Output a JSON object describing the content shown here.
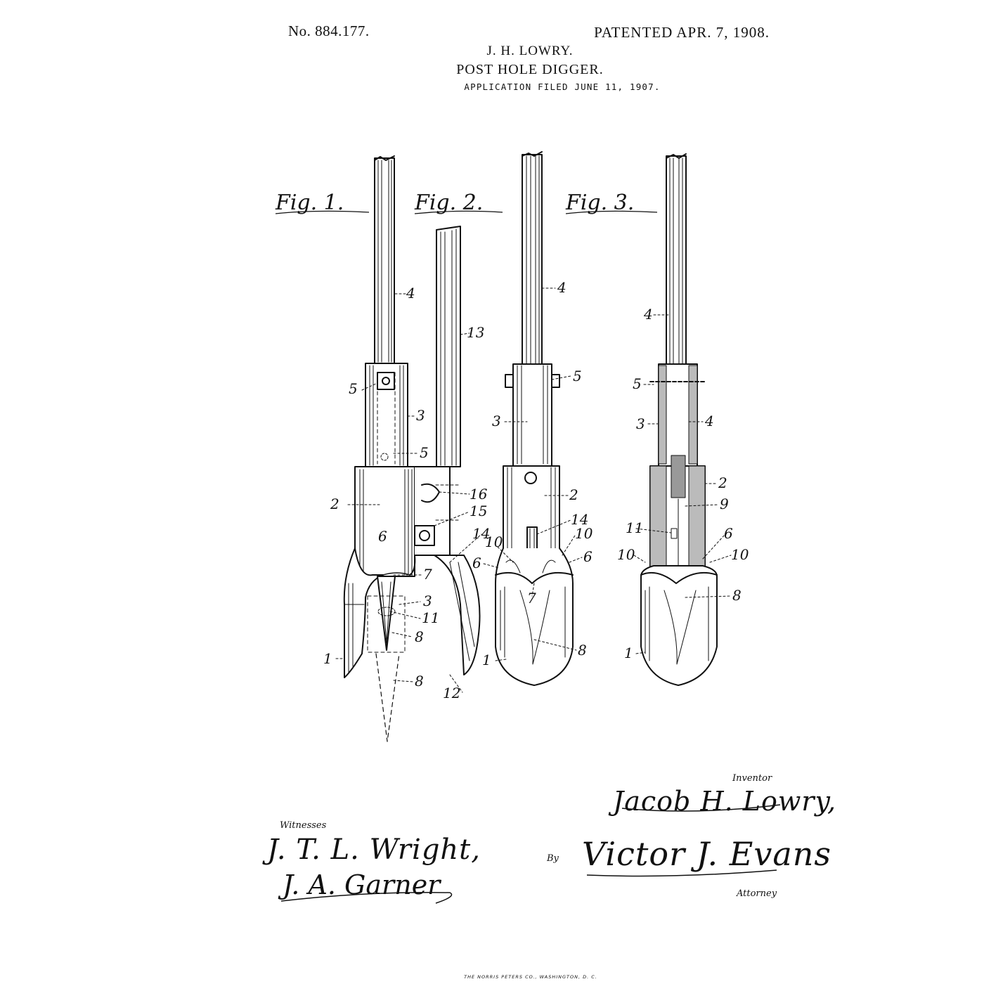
{
  "header": {
    "patent_number": "No. 884.177.",
    "patented_date": "PATENTED APR. 7, 1908.",
    "inventor": "J. H. LOWRY.",
    "title": "POST HOLE DIGGER.",
    "application_filed": "APPLICATION FILED JUNE 11, 1907."
  },
  "figures": {
    "fig1": "Fig. 1.",
    "fig2": "Fig. 2.",
    "fig3": "Fig. 3."
  },
  "signatures": {
    "inventor_label": "Inventor",
    "inventor_signature": "Jacob H. Lowry,",
    "witnesses_label": "Witnesses",
    "witness_1": "J. T. L. Wright,",
    "witness_2": "J. A. Garner",
    "by_label": "By",
    "attorney_signature": "Victor J. Evans",
    "attorney_label": "Attorney"
  },
  "printer": "THE NORRIS PETERS CO., WASHINGTON, D. C."
}
